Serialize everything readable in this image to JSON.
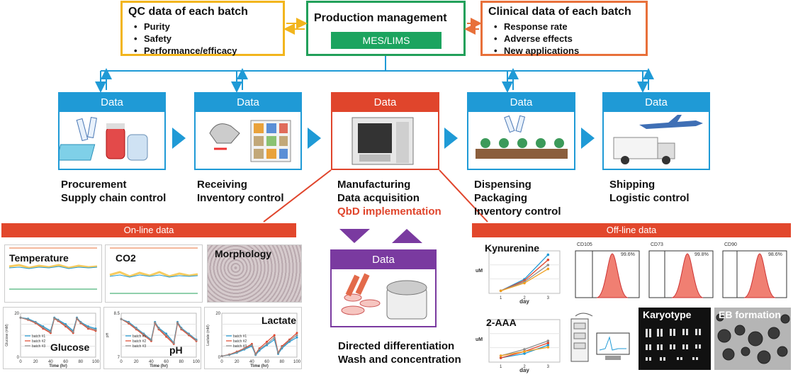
{
  "top": {
    "qc": {
      "title": "QC data of each batch",
      "items": [
        "Purity",
        "Safety",
        "Performance/efficacy"
      ]
    },
    "production": {
      "title": "Production management",
      "system": "MES/LIMS"
    },
    "clinical": {
      "title": "Clinical data of each batch",
      "items": [
        "Response rate",
        "Adverse effects",
        "New applications"
      ]
    }
  },
  "stages": [
    {
      "header": "Data",
      "lines": [
        "Procurement",
        "Supply chain control"
      ]
    },
    {
      "header": "Data",
      "lines": [
        "Receiving",
        "Inventory control"
      ]
    },
    {
      "header": "Data",
      "lines": [
        "Manufacturing",
        "Data acquisition",
        "QbD implementation"
      ]
    },
    {
      "header": "Data",
      "lines": [
        "Dispensing",
        "Packaging",
        "Inventory control"
      ]
    },
    {
      "header": "Data",
      "lines": [
        "Shipping",
        "Logistic control"
      ]
    }
  ],
  "sub_stage": {
    "header": "Data",
    "lines": [
      "Directed differentiation",
      "Wash and concentration"
    ]
  },
  "online": {
    "band": "On-line data",
    "panels": {
      "temperature": "Temperature",
      "co2": "CO2",
      "morphology": "Morphology",
      "glucose": "Glucose",
      "ph": "pH",
      "lactate": "Lactate"
    },
    "legend": [
      "batch #1",
      "batch #2",
      "batch #3"
    ],
    "time_label": "Time (hr)",
    "glucose_axis": "Glucose (mM)",
    "ph_axis": "pH",
    "lactate_axis": "Lactate (mM)",
    "ticks_x": [
      "0",
      "20",
      "40",
      "60",
      "80",
      "100"
    ]
  },
  "offline": {
    "band": "Off-line data",
    "panels": {
      "kynurenine": "Kynurenine",
      "aaa": "2-AAA",
      "karyotype": "Karyotype",
      "eb": "EB formation"
    },
    "unit": "uM",
    "day_label": "day",
    "flow": [
      {
        "marker": "CD105",
        "value": "99.6%"
      },
      {
        "marker": "CD73",
        "value": "99.8%"
      },
      {
        "marker": "CD90",
        "value": "98.6%"
      }
    ]
  },
  "colors": {
    "blue": "#1f9ad6",
    "red": "#e0452c",
    "green": "#22a05a",
    "yellow": "#f2b51d",
    "orange": "#e8703a",
    "purple": "#7a3aa0"
  },
  "chart_data": [
    {
      "type": "line",
      "title": "Glucose",
      "x": [
        0,
        10,
        20,
        30,
        40,
        45,
        50,
        60,
        70,
        75,
        80,
        90,
        100
      ],
      "xlabel": "Time (hr)",
      "ylabel": "Glucose (mM)",
      "ylim": [
        0,
        20
      ],
      "series": [
        {
          "name": "batch #1",
          "values": [
            18,
            17.5,
            16,
            14,
            12,
            18,
            17,
            15,
            12,
            18,
            16,
            14,
            13
          ]
        },
        {
          "name": "batch #2",
          "values": [
            18,
            17,
            15.5,
            13,
            11,
            17.5,
            16.5,
            14,
            11,
            17.5,
            15.5,
            13,
            12
          ]
        },
        {
          "name": "batch #3",
          "values": [
            18,
            17.2,
            15.8,
            13.5,
            11.5,
            17.8,
            16.8,
            14.5,
            11.5,
            17.8,
            15.8,
            13.5,
            12.5
          ]
        }
      ]
    },
    {
      "type": "line",
      "title": "pH",
      "x": [
        0,
        10,
        20,
        30,
        40,
        45,
        50,
        60,
        70,
        75,
        80,
        90,
        100
      ],
      "xlabel": "Time (hr)",
      "ylabel": "pH",
      "ylim": [
        7.0,
        8.5
      ],
      "series": [
        {
          "name": "batch #1",
          "values": [
            8.3,
            8.2,
            8.0,
            7.8,
            7.6,
            8.2,
            8.0,
            7.8,
            7.5,
            8.2,
            8.0,
            7.8,
            7.6
          ]
        },
        {
          "name": "batch #2",
          "values": [
            8.3,
            8.15,
            7.95,
            7.75,
            7.55,
            8.15,
            7.95,
            7.7,
            7.45,
            8.15,
            7.95,
            7.75,
            7.55
          ]
        },
        {
          "name": "batch #3",
          "values": [
            8.3,
            8.18,
            7.98,
            7.78,
            7.58,
            8.18,
            7.98,
            7.75,
            7.48,
            8.18,
            7.98,
            7.78,
            7.58
          ]
        }
      ]
    },
    {
      "type": "line",
      "title": "Lactate",
      "x": [
        0,
        10,
        20,
        30,
        40,
        45,
        50,
        60,
        70,
        75,
        80,
        90,
        100
      ],
      "xlabel": "Time (hr)",
      "ylabel": "Lactate (mM)",
      "ylim": [
        0,
        20
      ],
      "series": [
        {
          "name": "batch #1",
          "values": [
            0.5,
            1,
            2,
            3.5,
            5,
            1,
            3,
            5.5,
            8,
            1.5,
            4,
            7,
            9
          ]
        },
        {
          "name": "batch #2",
          "values": [
            0.5,
            1.2,
            2.5,
            4,
            6,
            1.5,
            4,
            7,
            10,
            2,
            5,
            8,
            11
          ]
        },
        {
          "name": "batch #3",
          "values": [
            0.5,
            1.1,
            2.2,
            3.8,
            5.5,
            1.2,
            3.5,
            6,
            9,
            1.8,
            4.5,
            7.5,
            10
          ]
        }
      ]
    },
    {
      "type": "line",
      "title": "Kynurenine",
      "x": [
        1,
        2,
        3
      ],
      "xlabel": "day",
      "ylabel": "uM",
      "series": [
        {
          "values": [
            0.1,
            0.55,
            1.5
          ]
        },
        {
          "values": [
            0.1,
            0.5,
            1.3
          ]
        },
        {
          "values": [
            0.1,
            0.45,
            1.1
          ]
        },
        {
          "values": [
            0.1,
            0.4,
            0.95
          ]
        }
      ]
    },
    {
      "type": "line",
      "title": "2-AAA",
      "x": [
        1,
        2,
        3
      ],
      "xlabel": "day",
      "ylabel": "uM",
      "ylim": [
        0,
        0.2
      ],
      "series": [
        {
          "values": [
            0.02,
            0.04,
            0.08
          ]
        },
        {
          "values": [
            0.02,
            0.05,
            0.09
          ]
        },
        {
          "values": [
            0.03,
            0.06,
            0.1
          ]
        },
        {
          "values": [
            0.03,
            0.05,
            0.07
          ]
        }
      ]
    }
  ]
}
